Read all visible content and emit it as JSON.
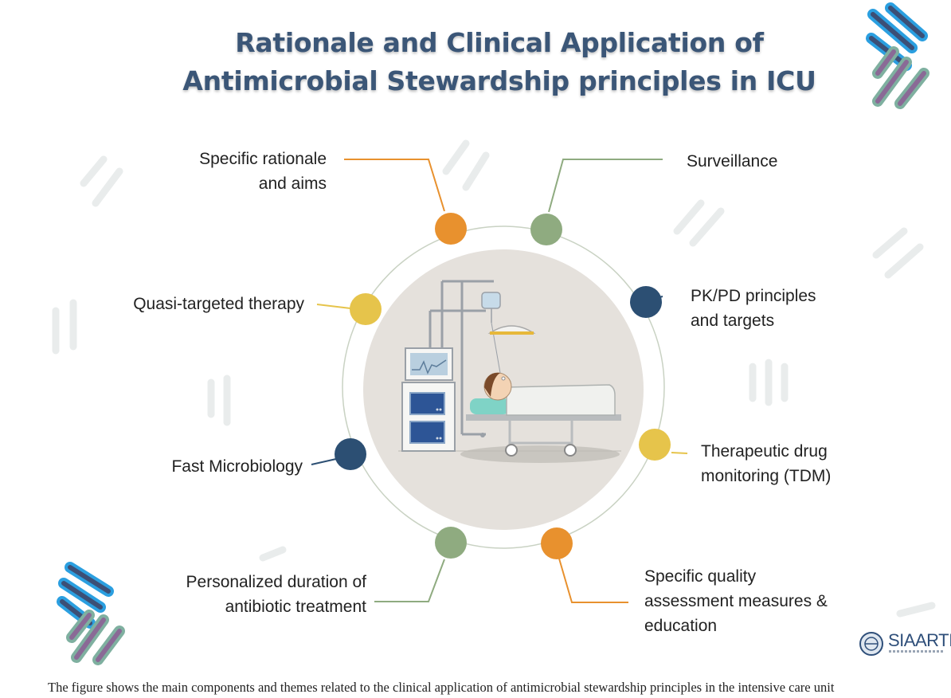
{
  "title": {
    "line1": "Rationale and Clinical Application of",
    "line2": "Antimicrobial Stewardship principles in ICU"
  },
  "nodes": [
    {
      "id": "rationale",
      "lines": [
        "Specific rationale",
        "and aims"
      ],
      "color": "#e8912e"
    },
    {
      "id": "surveillance",
      "lines": [
        "Surveillance"
      ],
      "color": "#8fab80"
    },
    {
      "id": "pkpd",
      "lines": [
        "PK/PD principles",
        "and targets"
      ],
      "color": "#2c4f73"
    },
    {
      "id": "tdm",
      "lines": [
        "Therapeutic drug",
        "monitoring (TDM)"
      ],
      "color": "#e6c44b"
    },
    {
      "id": "quality",
      "lines": [
        "Specific quality",
        "assessment measures &",
        "education"
      ],
      "color": "#e8912e"
    },
    {
      "id": "duration",
      "lines": [
        "Personalized duration of",
        "antibiotic treatment"
      ],
      "color": "#8fab80"
    },
    {
      "id": "microbiology",
      "lines": [
        "Fast Microbiology"
      ],
      "color": "#2c4f73"
    },
    {
      "id": "quasi",
      "lines": [
        "Quasi-targeted therapy"
      ],
      "color": "#e6c44b"
    }
  ],
  "logo": {
    "text": "SIAARTI"
  },
  "caption": "The figure shows the main components and themes related to the clinical application of antimicrobial stewardship principles in the intensive care unit",
  "icons": [
    "icu-bed-illustration",
    "siaarti-logo-icon",
    "bacteria-decor-icon"
  ]
}
